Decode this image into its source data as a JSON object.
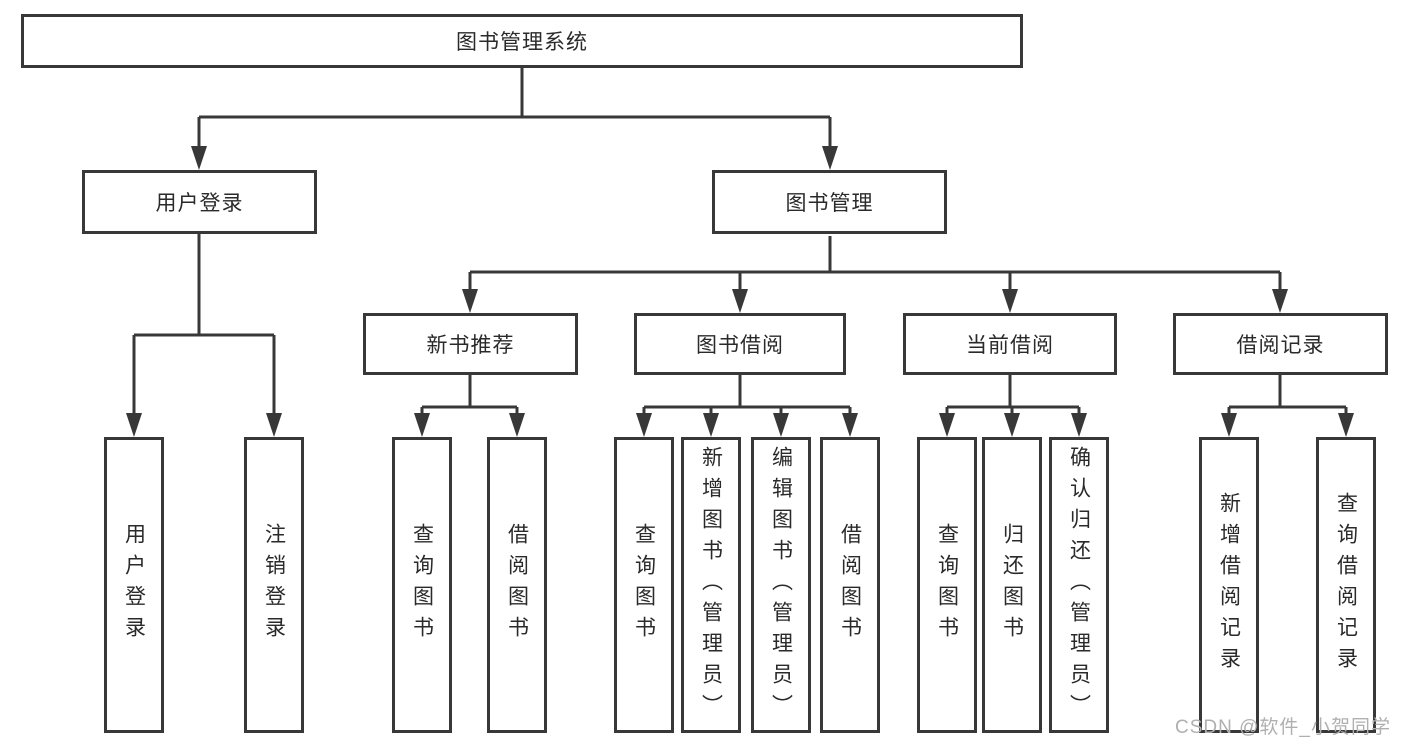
{
  "diagram": {
    "root": {
      "label": "图书管理系统"
    },
    "branches": [
      {
        "label": "用户登录",
        "children": [
          {
            "label": "用户登录"
          },
          {
            "label": "注销登录"
          }
        ]
      },
      {
        "label": "图书管理",
        "children": [
          {
            "label": "新书推荐",
            "children": [
              {
                "label": "查询图书"
              },
              {
                "label": "借阅图书"
              }
            ]
          },
          {
            "label": "图书借阅",
            "children": [
              {
                "label": "查询图书"
              },
              {
                "label": "新增图书（管理员）"
              },
              {
                "label": "编辑图书（管理员）"
              },
              {
                "label": "借阅图书"
              }
            ]
          },
          {
            "label": "当前借阅",
            "children": [
              {
                "label": "查询图书"
              },
              {
                "label": "归还图书"
              },
              {
                "label": "确认归还（管理员）"
              }
            ]
          },
          {
            "label": "借阅记录",
            "children": [
              {
                "label": "新增借阅记录"
              },
              {
                "label": "查询借阅记录"
              }
            ]
          }
        ]
      }
    ]
  },
  "watermark": {
    "text": "CSDN @软件_小贺同学"
  },
  "colors": {
    "line": "#383838",
    "text": "#2a2a2a",
    "box_background": "#ffffff",
    "page_background": "#ffffff",
    "watermark_color": "#b0b0b0"
  }
}
